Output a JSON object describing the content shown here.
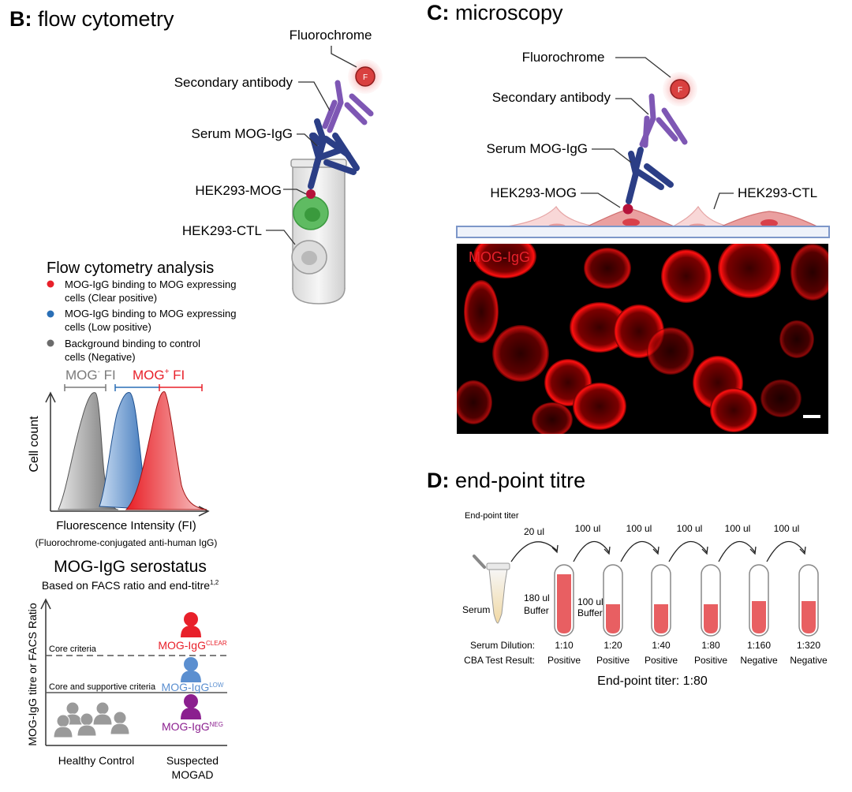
{
  "panel_b": {
    "letter": "B:",
    "title": "flow cytometry",
    "diagram": {
      "fluorochrome": "Fluorochrome",
      "secondary_antibody": "Secondary antibody",
      "serum_mog_igg": "Serum MOG-IgG",
      "hek293_mog": "HEK293-MOG",
      "hek293_ctl": "HEK293-CTL",
      "fluoro_letter": "F"
    },
    "analysis": {
      "heading": "Flow cytometry analysis",
      "legend": [
        {
          "line1": "MOG-IgG binding to MOG expressing",
          "line2": "cells (Clear positive)",
          "color": "#e8202a"
        },
        {
          "line1": "MOG-IgG binding to MOG expressing",
          "line2": "cells (Low positive)",
          "color": "#2a6fb6"
        },
        {
          "line1": "Background binding to control",
          "line2": "cells (Negative)",
          "color": "#6b6b6b"
        }
      ],
      "mog_neg_fi": "MOG",
      "mog_neg_sup": "-",
      "mog_neg_fi_suffix": " FI",
      "mog_pos_fi": "MOG",
      "mog_pos_sup": "+",
      "mog_pos_fi_suffix": " FI",
      "ylabel": "Cell count",
      "xlabel": "Fluorescence Intensity (FI)",
      "xlabel_sub": "(Fluorochrome-conjugated anti-human IgG)"
    },
    "serostatus": {
      "heading": "MOG-IgG serostatus",
      "subheading": "Based on FACS ratio and end-titre",
      "sub_sup": "1,2",
      "ylabel": "MOG-IgG titre or FACS Ratio",
      "core_criteria": "Core criteria",
      "core_supportive": "Core and supportive criteria",
      "clear_label": "MOG-IgG",
      "clear_sup": "CLEAR",
      "low_label": "MOG-IgG",
      "low_sup": "LOW",
      "neg_label": "MOG-IgG",
      "neg_sup": "NEG",
      "x_healthy": "Healthy Control",
      "x_suspected_1": "Suspected",
      "x_suspected_2": "MOGAD",
      "colors": {
        "clear": "#e8202a",
        "low": "#5b8fd0",
        "neg": "#8b1f8f"
      }
    }
  },
  "panel_c": {
    "letter": "C:",
    "title": "microscopy",
    "fluorochrome": "Fluorochrome",
    "secondary_antibody": "Secondary antibody",
    "serum_mog_igg": "Serum MOG-IgG",
    "hek293_mog": "HEK293-MOG",
    "hek293_ctl": "HEK293-CTL",
    "image_label": "MOG-IgG",
    "fluoro_letter": "F"
  },
  "panel_d": {
    "letter": "D:",
    "title": "end-point titre",
    "header": "End-point titer",
    "serum_label": "Serum",
    "buffer_180_1": "180 ul",
    "buffer_180_2": "Buffer",
    "buffer_100_1": "100 ul",
    "buffer_100_2": "Buffer",
    "transfers": [
      "20 ul",
      "100 ul",
      "100 ul",
      "100 ul",
      "100 ul",
      "100 ul"
    ],
    "serum_dilution_label": "Serum Dilution:",
    "cba_label": "CBA Test Result:",
    "dilutions": [
      "1:10",
      "1:20",
      "1:40",
      "1:80",
      "1:160",
      "1:320"
    ],
    "results": [
      "Positive",
      "Positive",
      "Positive",
      "Positive",
      "Negative",
      "Negative"
    ],
    "endpoint": "End-point titer: 1:80"
  }
}
